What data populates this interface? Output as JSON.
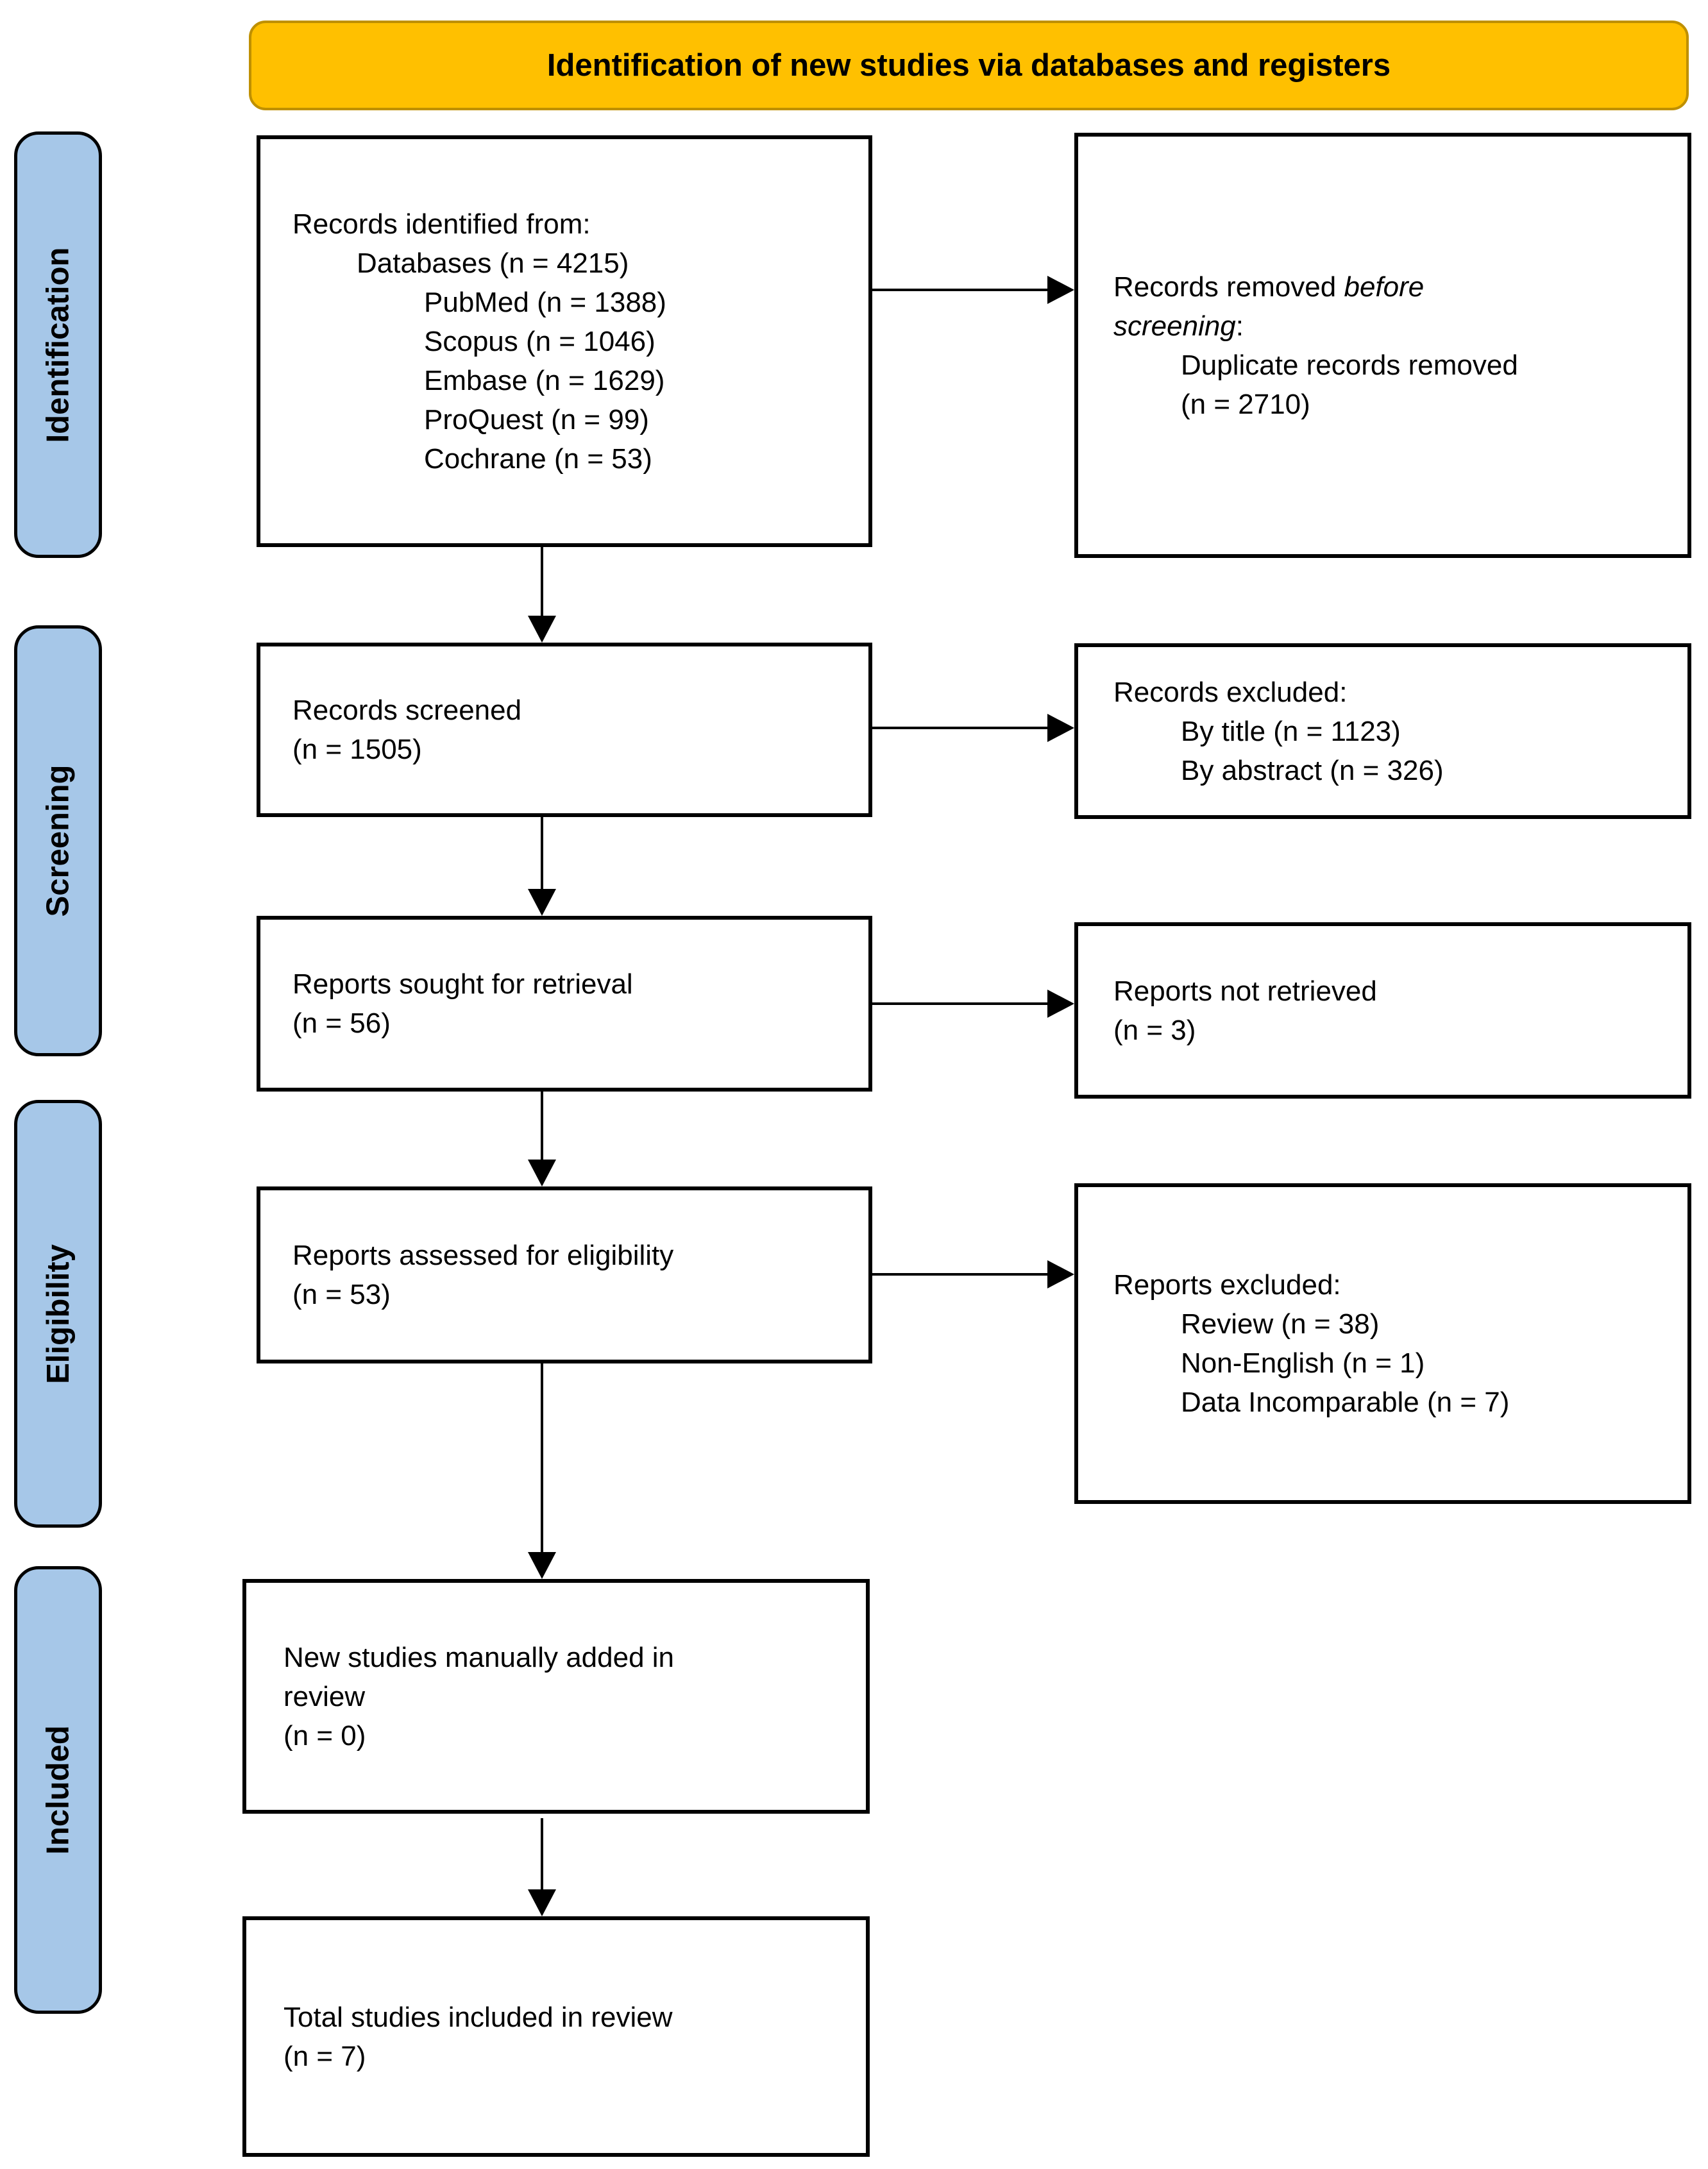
{
  "header": {
    "title": "Identification of new studies via databases and registers"
  },
  "colors": {
    "banner_fill": "#FFC000",
    "banner_border": "#BF9000",
    "stage_fill": "#A6C7E8",
    "box_border": "#000000",
    "text": "#000000"
  },
  "sidebar": {
    "stages": [
      {
        "label": "Identification"
      },
      {
        "label": "Screening"
      },
      {
        "label": "Eligibility"
      },
      {
        "label": "Included"
      }
    ]
  },
  "flow": {
    "records_identified": {
      "lines": [
        "Records identified from:",
        "Databases (n = 4215)",
        "PubMed (n = 1388)",
        "Scopus (n = 1046)",
        "Embase (n = 1629)",
        "ProQuest (n = 99)",
        "Cochrane (n = 53)"
      ]
    },
    "records_removed": {
      "line1_regular": "Records removed ",
      "line1_italic": "before",
      "line2_italic": "screening",
      "line2_colon": ":",
      "lines": [
        "Duplicate records removed",
        "(n = 2710)"
      ]
    },
    "records_screened": {
      "lines": [
        "Records screened",
        "(n = 1505)"
      ]
    },
    "records_excluded": {
      "lines": [
        "Records excluded:",
        "By title (n = 1123)",
        "By abstract (n = 326)"
      ]
    },
    "reports_sought": {
      "lines": [
        "Reports sought for retrieval",
        "(n = 56)"
      ]
    },
    "reports_not_retrieved": {
      "lines": [
        "Reports not retrieved",
        "(n = 3)"
      ]
    },
    "reports_assessed": {
      "lines": [
        "Reports assessed for eligibility",
        "(n = 53)"
      ]
    },
    "reports_excluded": {
      "lines": [
        "Reports excluded:",
        "Review (n = 38)",
        "Non-English (n = 1)",
        "Data Incomparable (n = 7)"
      ]
    },
    "new_studies_added": {
      "lines": [
        "New studies manually added in",
        "review",
        "(n = 0)"
      ]
    },
    "total_included": {
      "lines": [
        "Total studies included in review",
        "(n = 7)"
      ]
    }
  }
}
